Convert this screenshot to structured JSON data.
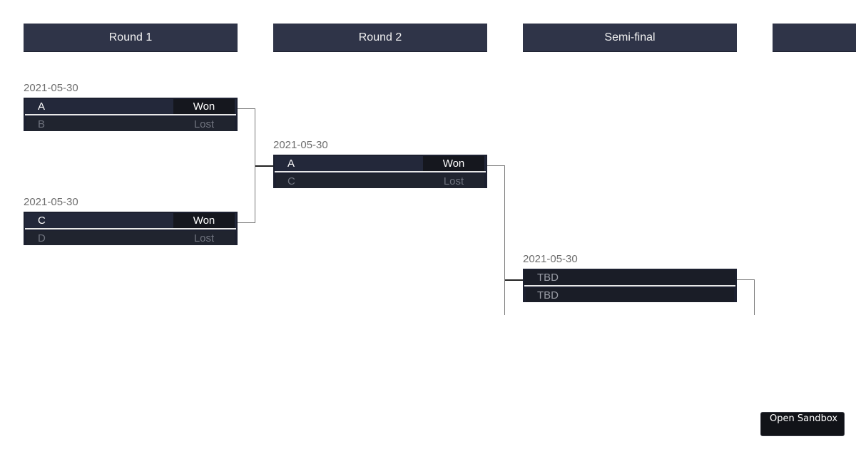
{
  "rounds": [
    {
      "label": "Round 1"
    },
    {
      "label": "Round 2"
    },
    {
      "label": "Semi-final"
    },
    {
      "label": ""
    }
  ],
  "matches": {
    "r1m1": {
      "date": "2021-05-30",
      "top": {
        "name": "A",
        "result": "Won"
      },
      "bottom": {
        "name": "B",
        "result": "Lost"
      }
    },
    "r1m2": {
      "date": "2021-05-30",
      "top": {
        "name": "C",
        "result": "Won"
      },
      "bottom": {
        "name": "D",
        "result": "Lost"
      }
    },
    "r2m1": {
      "date": "2021-05-30",
      "top": {
        "name": "A",
        "result": "Won"
      },
      "bottom": {
        "name": "C",
        "result": "Lost"
      }
    },
    "sf1": {
      "date": "2021-05-30",
      "top": {
        "name": "TBD",
        "result": ""
      },
      "bottom": {
        "name": "TBD",
        "result": ""
      }
    }
  },
  "sandbox_button": {
    "label": "Open Sandbox"
  }
}
